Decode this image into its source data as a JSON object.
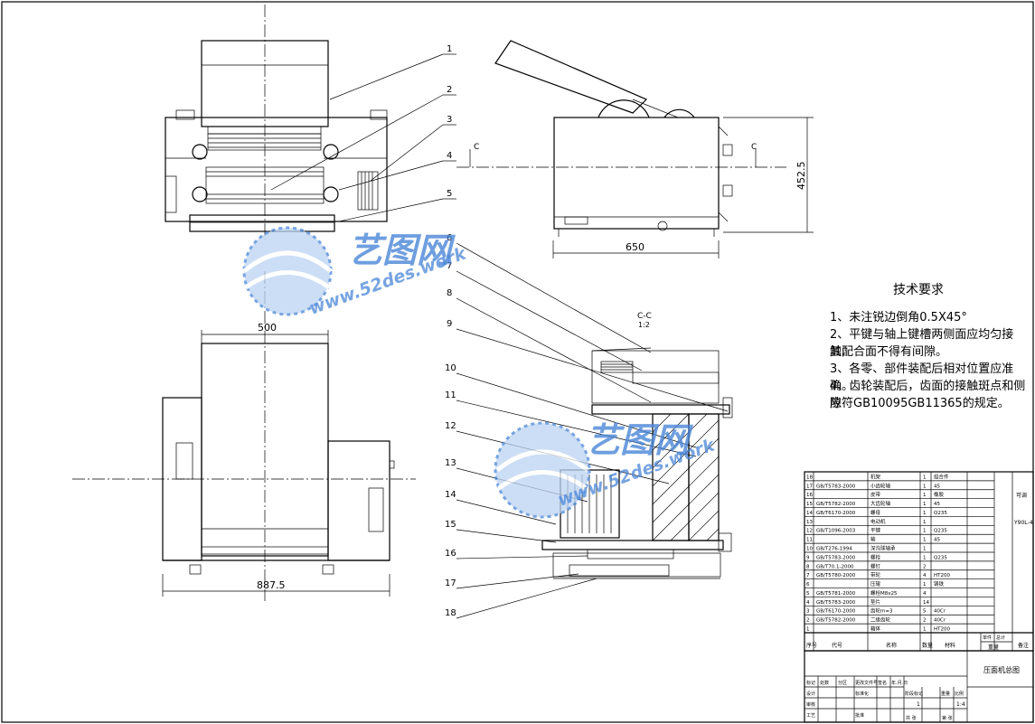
{
  "drawing": {
    "part_labels": [
      "1",
      "2",
      "3",
      "4",
      "5",
      "6",
      "7",
      "8",
      "9",
      "10",
      "11",
      "12",
      "13",
      "14",
      "15",
      "16",
      "17",
      "18"
    ],
    "dimensions": {
      "side_width": "650",
      "side_height": "452.5",
      "front_width": "500",
      "base_width": "887.5"
    },
    "section_marks": {
      "left": "C",
      "right": "C",
      "section_view": "C-C",
      "section_scale": "1:2"
    }
  },
  "tech_requirements": {
    "title": "技术要求",
    "items": [
      "1、未注锐边倒角0.5X45°",
      "2、平键与轴上键槽两侧面应均匀接触,",
      "其配合面不得有间隙。",
      "3、各零、部件装配后相对位置应准确。",
      "4、齿轮装配后，齿面的接触斑点和侧隙",
      "应符GB10095GB11365的规定。"
    ]
  },
  "bom": {
    "rows": [
      {
        "no": "18",
        "code": "",
        "name": "机架",
        "qty": "1",
        "material": "组合件"
      },
      {
        "no": "17",
        "code": "GB/T5783-2000",
        "name": "小齿轮轴",
        "qty": "1",
        "material": "45"
      },
      {
        "no": "16",
        "code": "",
        "name": "皮带",
        "qty": "1",
        "material": "橡胶"
      },
      {
        "no": "15",
        "code": "GB/T5782-2000",
        "name": "大齿轮轴",
        "qty": "1",
        "material": "45"
      },
      {
        "no": "14",
        "code": "GB/T6170-2000",
        "name": "螺母",
        "qty": "1",
        "material": "Q235"
      },
      {
        "no": "13",
        "code": "",
        "name": "电动机",
        "qty": "1",
        "material": ""
      },
      {
        "no": "12",
        "code": "GB/T1096-2003",
        "name": "平键",
        "qty": "1",
        "material": "Q235"
      },
      {
        "no": "11",
        "code": "",
        "name": "轴",
        "qty": "1",
        "material": "45"
      },
      {
        "no": "10",
        "code": "GB/T276-1994",
        "name": "深沟球轴承",
        "qty": "1",
        "material": ""
      },
      {
        "no": "9",
        "code": "GB/T5783-2000",
        "name": "螺栓",
        "qty": "1",
        "material": "Q235"
      },
      {
        "no": "8",
        "code": "GB/T70.1-2000",
        "name": "螺钉",
        "qty": "2",
        "material": ""
      },
      {
        "no": "7",
        "code": "GB/T5780-2000",
        "name": "带轮",
        "qty": "4",
        "material": "HT200"
      },
      {
        "no": "6",
        "code": "",
        "name": "压辊",
        "qty": "1",
        "material": "铸铁"
      },
      {
        "no": "5",
        "code": "GB/T5781-2000",
        "name": "螺栓M8x25",
        "qty": "4",
        "material": ""
      },
      {
        "no": "4",
        "code": "GB/T5783-2000",
        "name": "垫片",
        "qty": "14",
        "material": ""
      },
      {
        "no": "3",
        "code": "GB/T6170-2000",
        "name": "齿轮m=3",
        "qty": "5",
        "material": "40Cr"
      },
      {
        "no": "2",
        "code": "GB/T5782-2000",
        "name": "二级齿轮",
        "qty": "2",
        "material": "40Cr"
      },
      {
        "no": "1",
        "code": "",
        "name": "箱体",
        "qty": "1",
        "material": "HT200"
      }
    ],
    "header": {
      "no": "序号",
      "code": "代号",
      "name": "名称",
      "qty": "数量",
      "material": "材料",
      "unit_weight": "单件",
      "total_weight": "总计",
      "weight": "重量",
      "remark": "备注"
    },
    "side_notes": {
      "r15": "可调",
      "r13": "Y90L-4"
    }
  },
  "title_block": {
    "drawing_title": "压面机总图",
    "labels": [
      "标记",
      "处数",
      "分区",
      "更改文件号",
      "签名",
      "年.月.日",
      "设计",
      "标准化",
      "阶段标记",
      "重量",
      "比例",
      "审核",
      "工艺",
      "批准",
      "共 张",
      "第 张"
    ],
    "scale": "1:4",
    "stage": "1"
  },
  "watermark": {
    "brand": "艺图网",
    "url": "www.52des.work"
  },
  "colors": {
    "line": "#000000",
    "watermark": "#4a86d8"
  }
}
